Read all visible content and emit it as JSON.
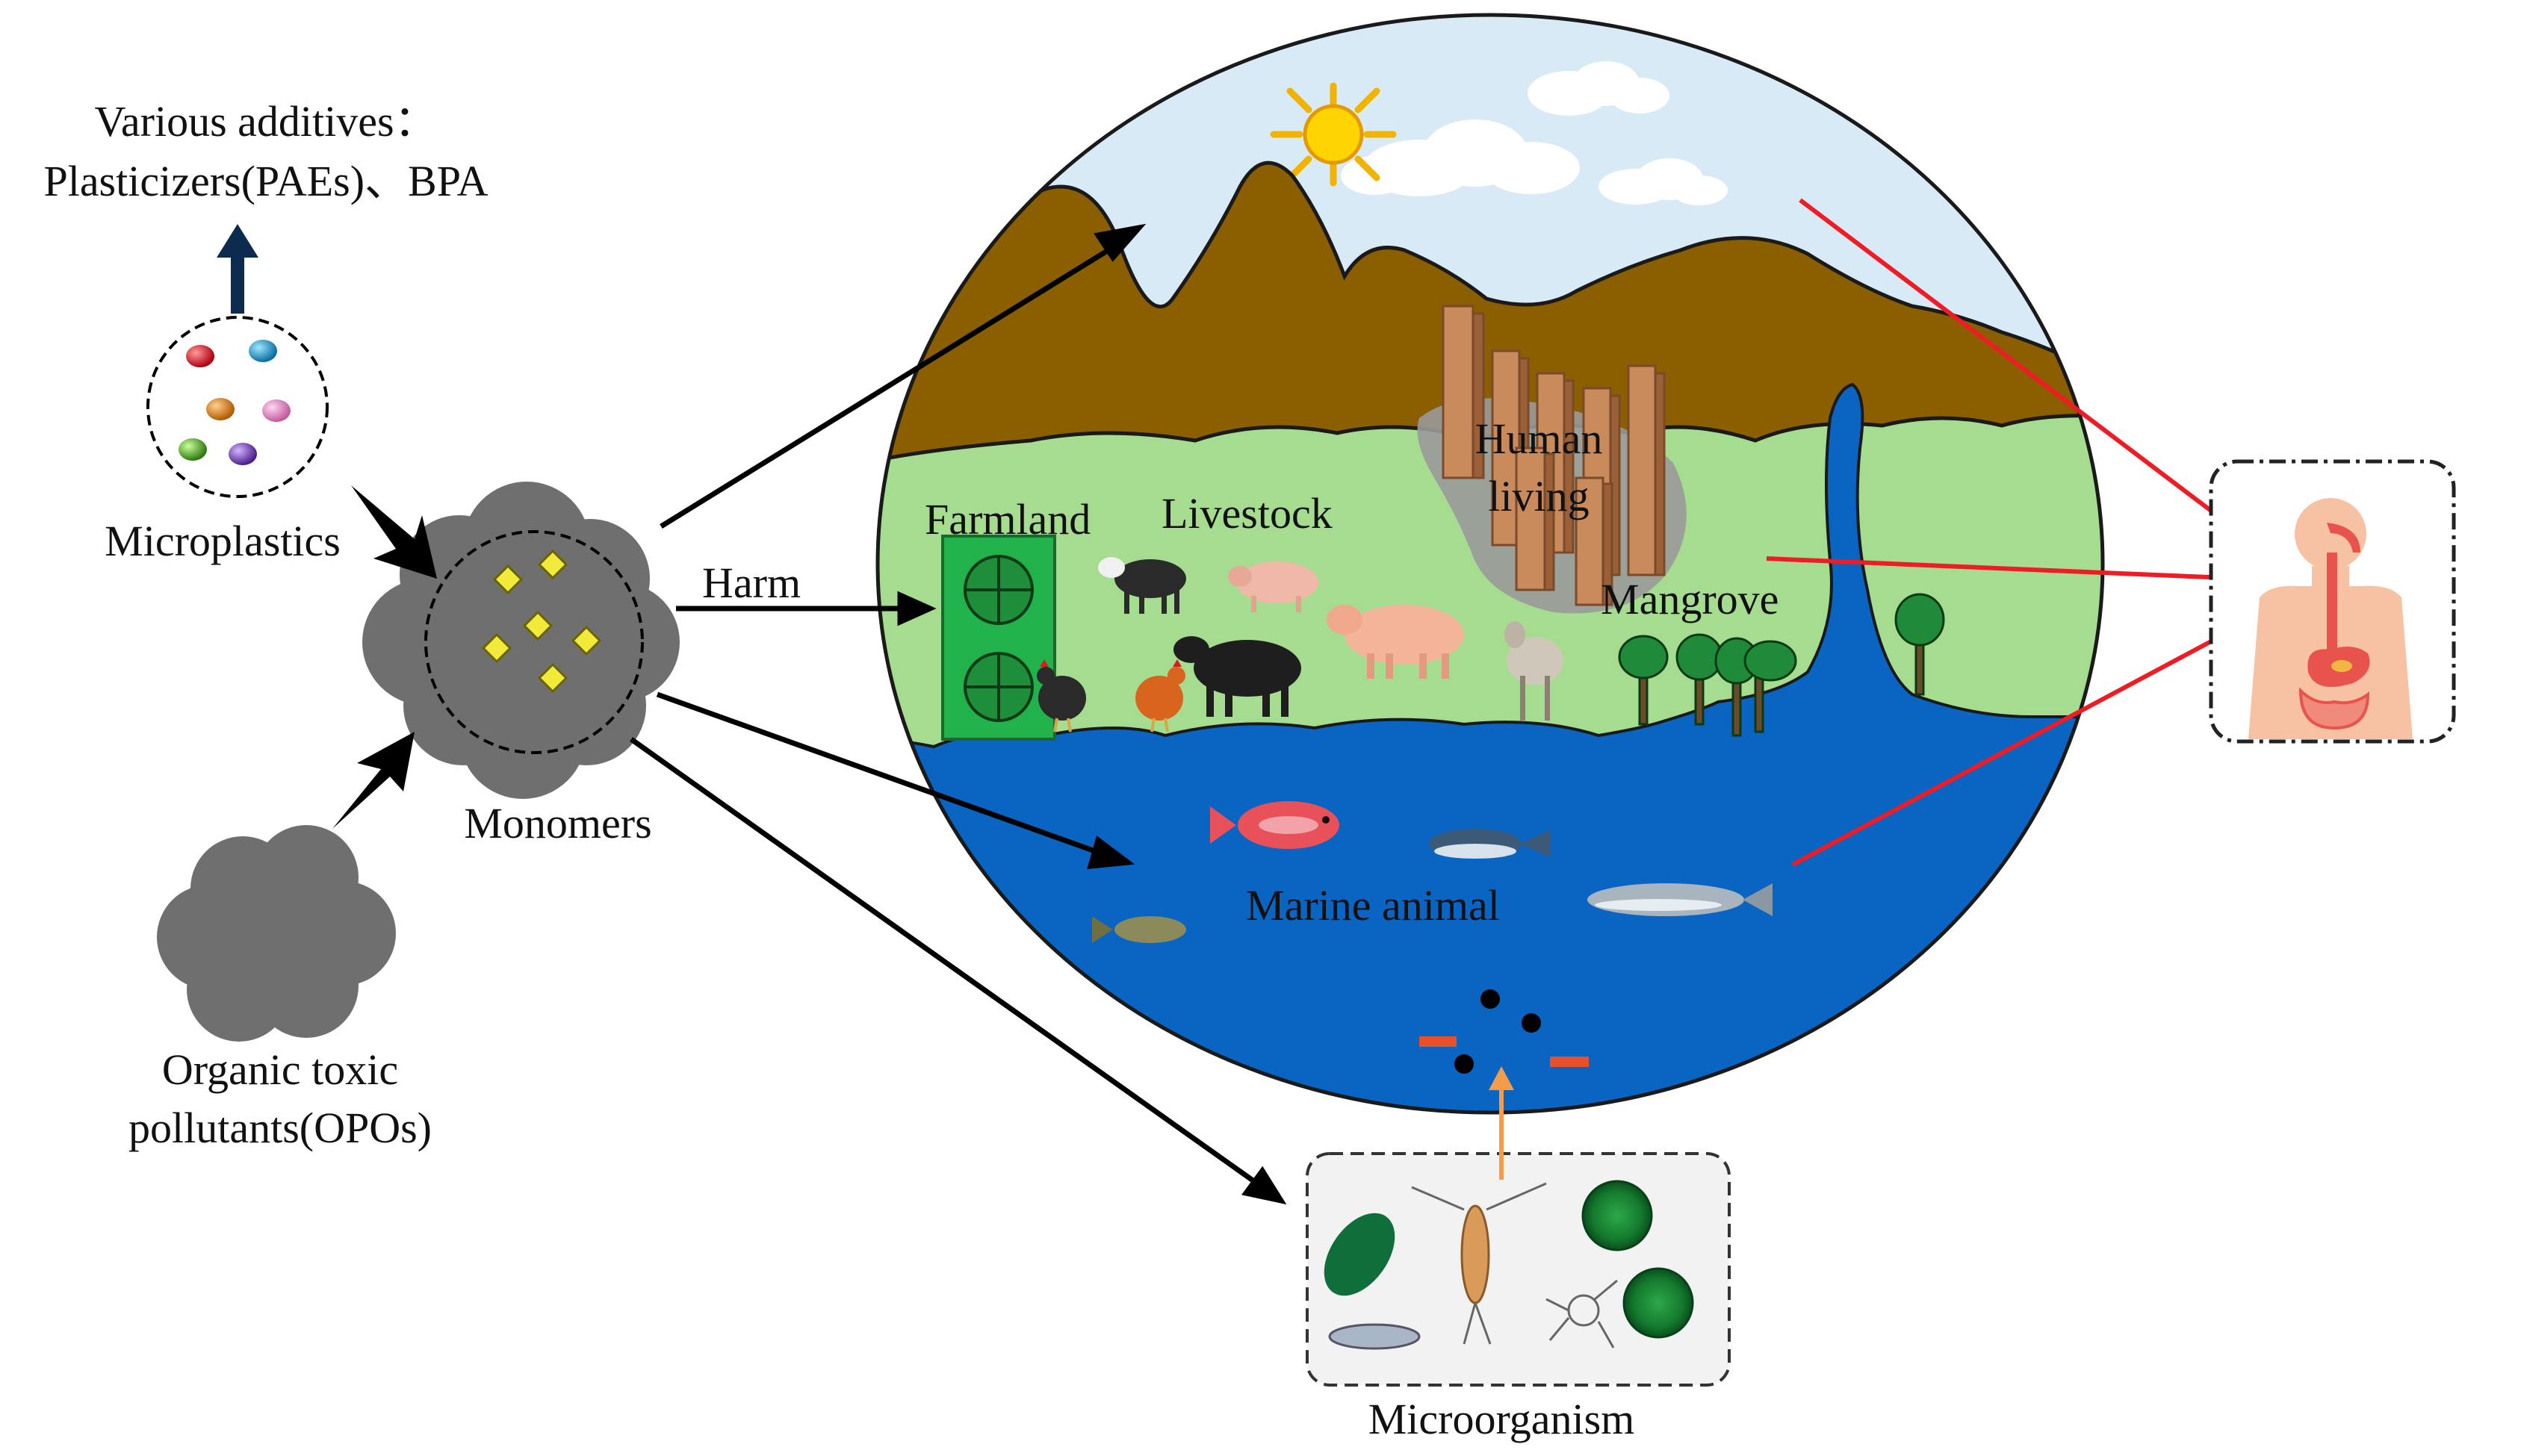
{
  "labels": {
    "additives_line1": "Various additives：",
    "additives_line2": "Plasticizers(PAEs)、BPA",
    "microplastics": "Microplastics",
    "monomers": "Monomers",
    "opo_line1": "Organic toxic",
    "opo_line2": "pollutants(OPOs)",
    "harm": "Harm",
    "farmland": "Farmland",
    "livestock": "Livestock",
    "human_line1": "Human",
    "human_line2": "living",
    "mangrove": "Mangrove",
    "marine_animal": "Marine animal",
    "microorganism": "Microorganism"
  },
  "colors": {
    "sky": "#d9eaf7",
    "mountain": "#8b5e00",
    "land": "#a6dc8f",
    "water": "#0a64c2",
    "farmland_box": "#22b24c",
    "cloud_gray": "#6f6f6f",
    "arrow_black": "#000000",
    "arrow_red": "#ee1c25",
    "arrow_orange": "#f39c4a",
    "arrow_navy": "#0d2a4f",
    "body_skin": "#f7c2a4",
    "organ_red": "#e8534d"
  },
  "icons": {
    "sun": "sun-icon",
    "human_body": "human-body-icon",
    "microplastic_bead": "bead-icon",
    "monomer": "diamond-icon"
  }
}
